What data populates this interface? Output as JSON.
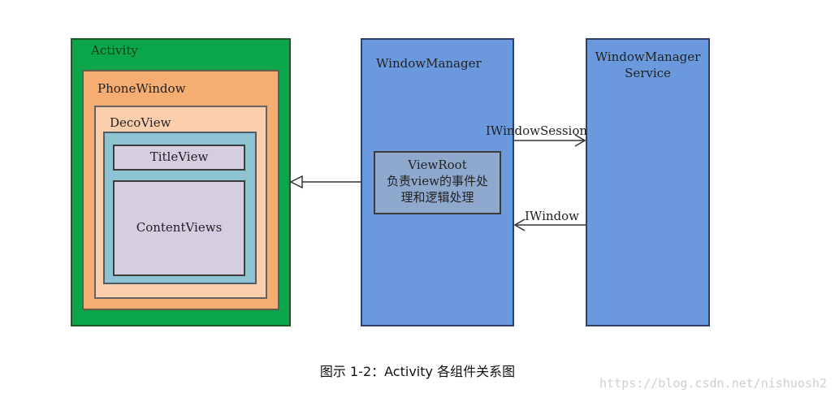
{
  "activity": {
    "label": "Activity"
  },
  "phone_window": {
    "label": "PhoneWindow"
  },
  "deco_view": {
    "label": "DecoView"
  },
  "title_view": {
    "label": "TitleView"
  },
  "content_views": {
    "label": "ContentViews"
  },
  "window_manager": {
    "label": "WindowManager"
  },
  "view_root": {
    "line1": "ViewRoot",
    "line2": "负责view的事件处",
    "line3": "理和逻辑处理"
  },
  "window_manager_service": {
    "line1": "WindowManager",
    "line2": "Service"
  },
  "arrows": {
    "iwindow_session": "IWindowSession",
    "iwindow": "IWindow"
  },
  "caption": "图示 1-2：Activity 各组件关系图",
  "watermark": "https://blog.csdn.net/nishuosh2",
  "colors": {
    "activity": "#0ca64a",
    "phone_window": "#f6ad72",
    "deco_view": "#fbcfae",
    "inner_view": "#8ec4d2",
    "view_box": "#d6cde0",
    "window_manager": "#6a99dd",
    "view_root": "#8fa8ce"
  }
}
